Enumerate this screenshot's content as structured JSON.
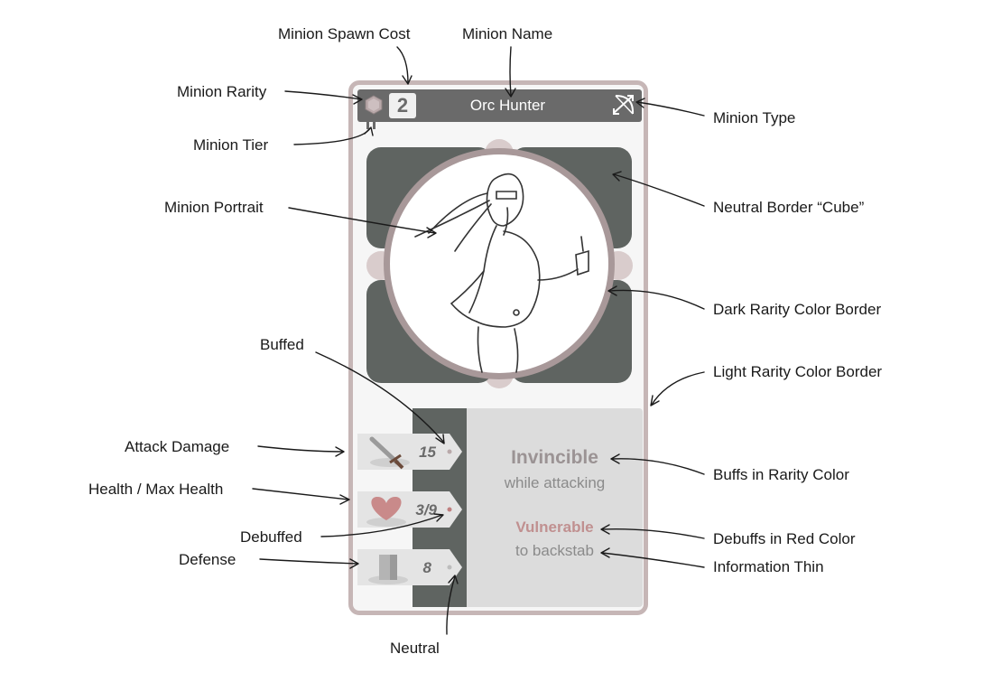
{
  "card": {
    "spawn_cost": "2",
    "name": "Orc Hunter",
    "stats": {
      "attack": "15",
      "health": "3/9",
      "defense": "8"
    },
    "buff": {
      "title": "Invincible",
      "subtitle": "while attacking"
    },
    "debuff": {
      "title": "Vulnerable",
      "subtitle": "to backstab"
    }
  },
  "labels": {
    "minion_spawn_cost": "Minion Spawn Cost",
    "minion_name": "Minion Name",
    "minion_rarity": "Minion Rarity",
    "minion_type": "Minion Type",
    "minion_tier": "Minion Tier",
    "minion_portrait": "Minion Portrait",
    "neutral_border_cube": "Neutral Border “Cube”",
    "dark_rarity_color_border": "Dark Rarity Color Border",
    "buffed": "Buffed",
    "light_rarity_color_border": "Light Rarity Color Border",
    "attack_damage": "Attack Damage",
    "buffs_in_rarity_color": "Buffs in Rarity Color",
    "health_max_health": "Health / Max Health",
    "debuffed": "Debuffed",
    "debuffs_in_red_color": "Debuffs in Red Color",
    "defense": "Defense",
    "information_thin": "Information Thin",
    "neutral": "Neutral"
  },
  "colors": {
    "light_rarity": "#c6b6b6",
    "dark_rarity": "#a89899",
    "neutral_cube": "#5f6461",
    "header": "#6a6a6a",
    "buff_text": "#9b9394",
    "debuff_text": "#c09090",
    "info_panel": "#dcdcdc"
  },
  "icons": {
    "rarity": "hexagon-gem-icon",
    "type": "bow-and-arrow-icon",
    "attack": "sword-icon",
    "health": "heart-icon",
    "defense": "shield-block-icon"
  }
}
